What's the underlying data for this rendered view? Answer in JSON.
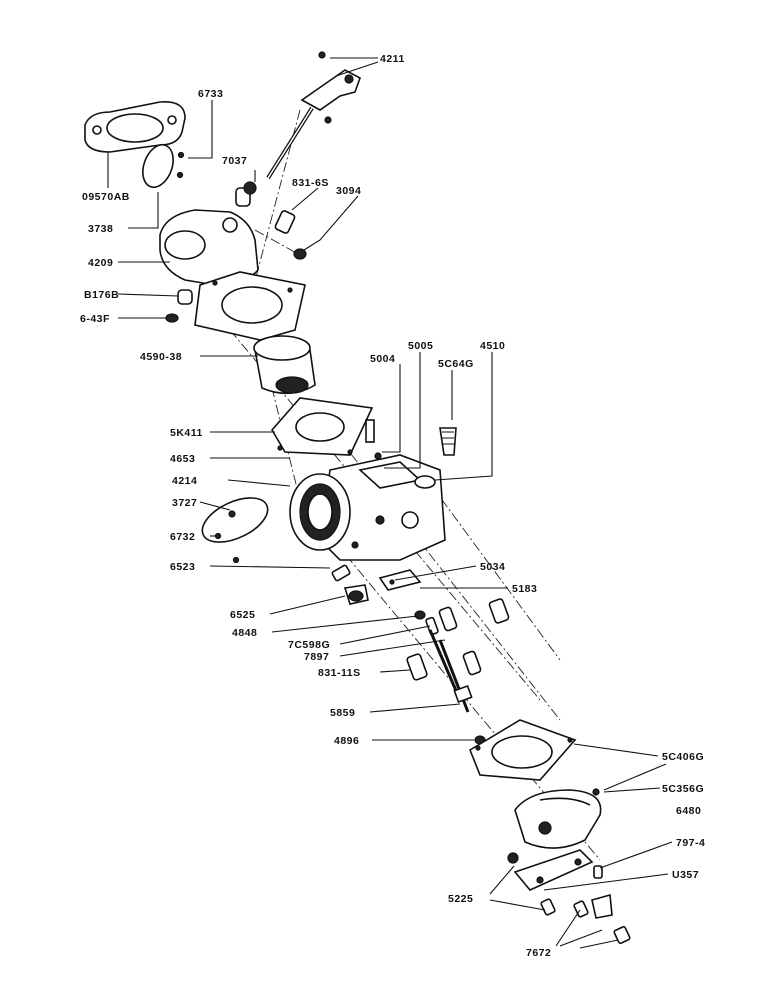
{
  "labels": {
    "p4211": "4211",
    "p6733": "6733",
    "p09570AB": "09570AB",
    "p7037": "7037",
    "p831_6S": "831-6S",
    "p3094": "3094",
    "p3738": "3738",
    "p4209": "4209",
    "pB176B": "B176B",
    "p6_43F": "6-43F",
    "p4590_38": "4590-38",
    "p5004": "5004",
    "p5005": "5005",
    "p5C64G": "5C64G",
    "p4510": "4510",
    "p5K411": "5K411",
    "p4653": "4653",
    "p4214": "4214",
    "p3727": "3727",
    "p6732": "6732",
    "p6523": "6523",
    "p5034": "5034",
    "p5183": "5183",
    "p6525": "6525",
    "p4848": "4848",
    "p7C598G": "7C598G",
    "p7897": "7897",
    "p831_11S": "831-11S",
    "p5859": "5859",
    "p4896": "4896",
    "p5C406G": "5C406G",
    "p5C356G": "5C356G",
    "p6480": "6480",
    "p797_4": "797-4",
    "pU357": "U357",
    "p5225": "5225",
    "p7672": "7672"
  }
}
